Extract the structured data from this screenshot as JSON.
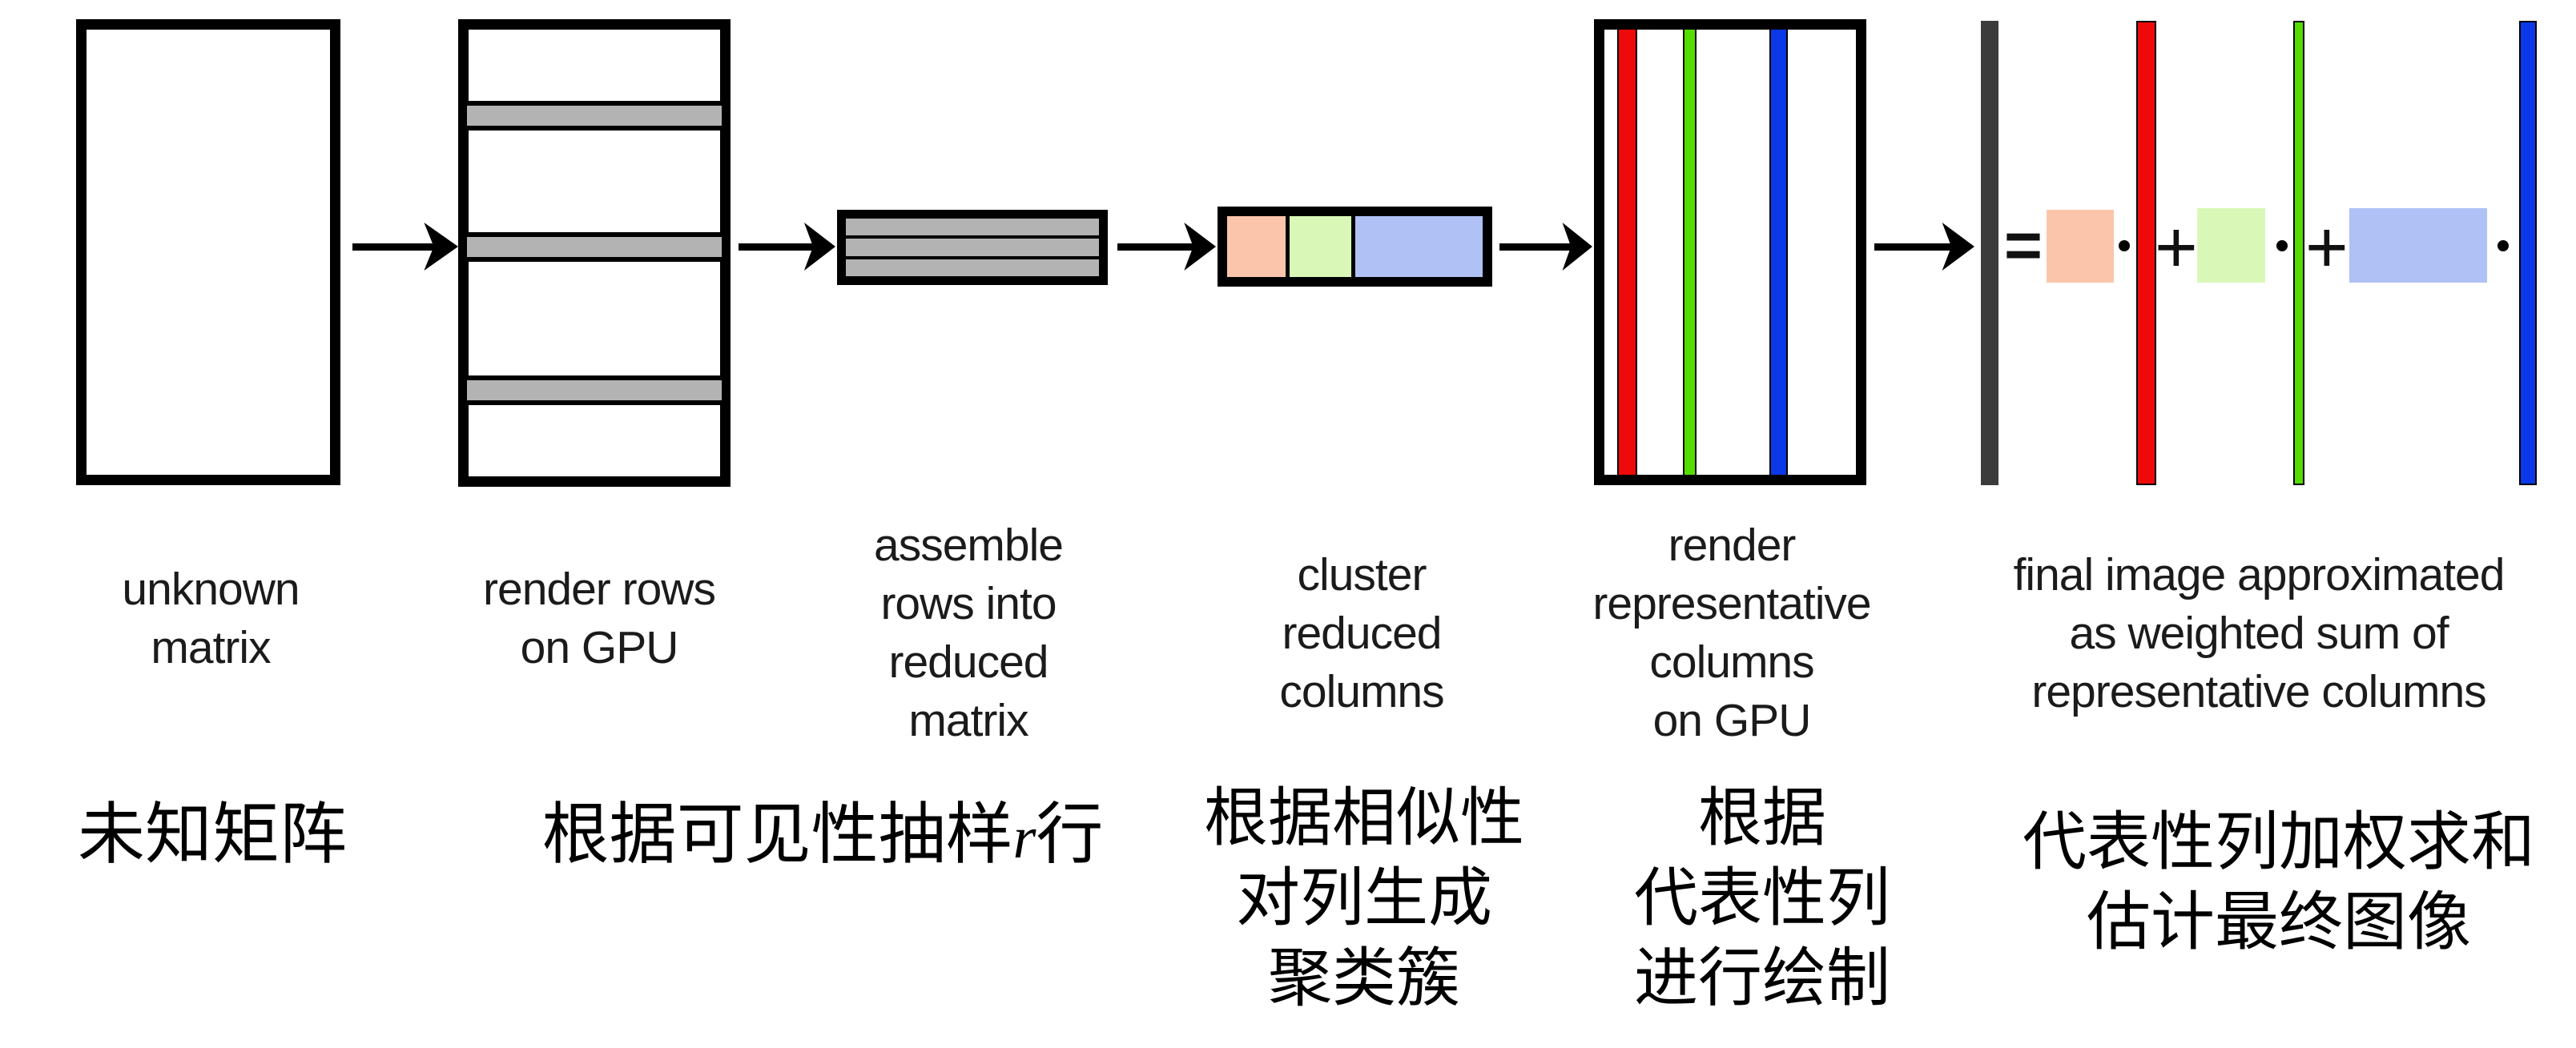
{
  "figure": {
    "background": "#FFFFFF",
    "description_names": [
      "unknown-matrix",
      "render-rows",
      "reduced-matrix",
      "cluster",
      "representative-columns",
      "weighted-sum"
    ]
  },
  "colors": {
    "black": "#000000",
    "row_gray": "#B3B3B3",
    "dark_bar": "#3B3B3B",
    "red": "#EE0A0A",
    "green": "#55DD00",
    "blue": "#0B38E8",
    "pastel_pink": "#FBC5AC",
    "pastel_green": "#D9F8B8",
    "pastel_blue": "#B0C1F5"
  },
  "stages": [
    {
      "name": "unknown-matrix",
      "en": [
        "unknown",
        "matrix"
      ],
      "zh": [
        "未知矩阵"
      ]
    },
    {
      "name": "render-rows-on-gpu",
      "en": [
        "render rows",
        "on GPU"
      ],
      "zh_prefix": "根据可见性抽样",
      "zh_var": "r",
      "zh_suffix": "行"
    },
    {
      "name": "assemble-reduced-matrix",
      "en": [
        "assemble",
        "rows into",
        "reduced",
        "matrix"
      ]
    },
    {
      "name": "cluster-reduced-columns",
      "en": [
        "cluster",
        "reduced",
        "columns"
      ],
      "zh": [
        "根据相似性",
        "对列生成",
        "聚类簇"
      ]
    },
    {
      "name": "render-representative-columns",
      "en": [
        "render",
        "representative",
        "columns",
        "on GPU"
      ],
      "zh": [
        "根据",
        "代表性列",
        "进行绘制"
      ]
    },
    {
      "name": "weighted-sum-approximation",
      "en": [
        "final image approximated",
        "as weighted sum of",
        "representative columns"
      ],
      "zh": [
        "代表性列加权求和",
        "估计最终图像"
      ]
    }
  ],
  "equation": {
    "equals": "=",
    "plus": "+",
    "dot": "•"
  }
}
